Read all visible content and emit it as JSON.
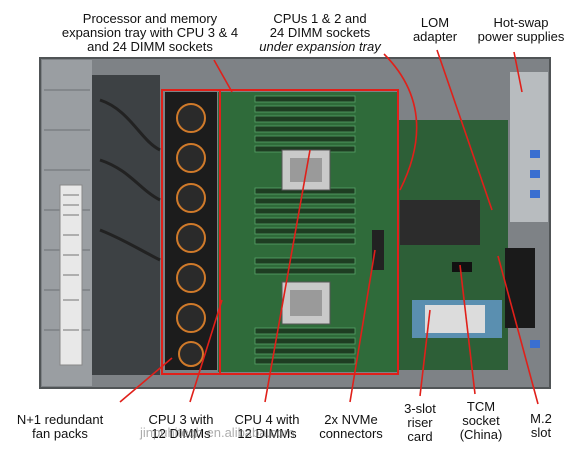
{
  "labels": {
    "processor_tray": [
      "Processor and memory",
      "expansion tray with CPU 3 & 4",
      "and 24 DIMM sockets"
    ],
    "cpus_1_2": [
      "CPUs 1 & 2 and",
      "24 DIMM sockets"
    ],
    "cpus_1_2_note": "under expansion tray",
    "lom": [
      "LOM",
      "adapter"
    ],
    "psu": [
      "Hot-swap",
      "power supplies"
    ],
    "fans": [
      "N+1 redundant",
      "fan packs"
    ],
    "cpu3": [
      "CPU 3 with",
      "12 DIMMs"
    ],
    "cpu4": [
      "CPU 4 with",
      "12 DIMMs"
    ],
    "nvme": [
      "2x NVMe",
      "connectors"
    ],
    "riser": [
      "3-slot",
      "riser",
      "card"
    ],
    "tcm": [
      "TCM",
      "socket",
      "(China)"
    ],
    "m2": [
      "M.2",
      "slot"
    ]
  },
  "watermark": "jinpuhiteqh.en.alibaba.com",
  "colors": {
    "callout": "#e0201a",
    "chassis": "#8a8f93",
    "board": "#2f6b3a"
  }
}
